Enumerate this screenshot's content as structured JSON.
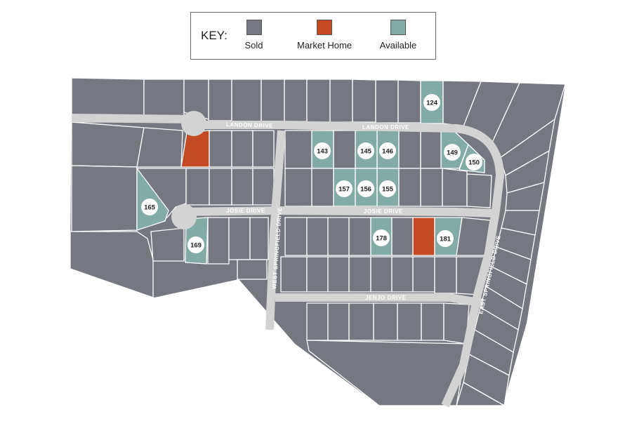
{
  "key": {
    "title": "KEY:",
    "items": [
      {
        "label": "Sold",
        "status": "sold",
        "color": "#757880"
      },
      {
        "label": "Market Home",
        "status": "market",
        "color": "#c44a24"
      },
      {
        "label": "Available",
        "status": "available",
        "color": "#82aba5"
      }
    ]
  },
  "streets": {
    "landon_west": "LANDON DRIVE",
    "landon_east": "LANDON DRIVE",
    "josie_west": "JOSIE DRIVE",
    "josie_east": "JOSIE DRIVE",
    "west_springfield": "WEST SPRINGFIELD DRIVE",
    "east_springfield": "EAST SPRINGFIELD DRIVE",
    "jenjo": "JENJO DRIVE"
  },
  "lots": {
    "124": {
      "number": "124",
      "status": "available"
    },
    "143": {
      "number": "143",
      "status": "available"
    },
    "145": {
      "number": "145",
      "status": "available"
    },
    "146": {
      "number": "146",
      "status": "available"
    },
    "149": {
      "number": "149",
      "status": "available"
    },
    "150": {
      "number": "150",
      "status": "available"
    },
    "155": {
      "number": "155",
      "status": "available"
    },
    "156": {
      "number": "156",
      "status": "available"
    },
    "157": {
      "number": "157",
      "status": "available"
    },
    "165": {
      "number": "165",
      "status": "available"
    },
    "169": {
      "number": "169",
      "status": "available"
    },
    "178": {
      "number": "178",
      "status": "available"
    },
    "181": {
      "number": "181",
      "status": "available"
    }
  }
}
